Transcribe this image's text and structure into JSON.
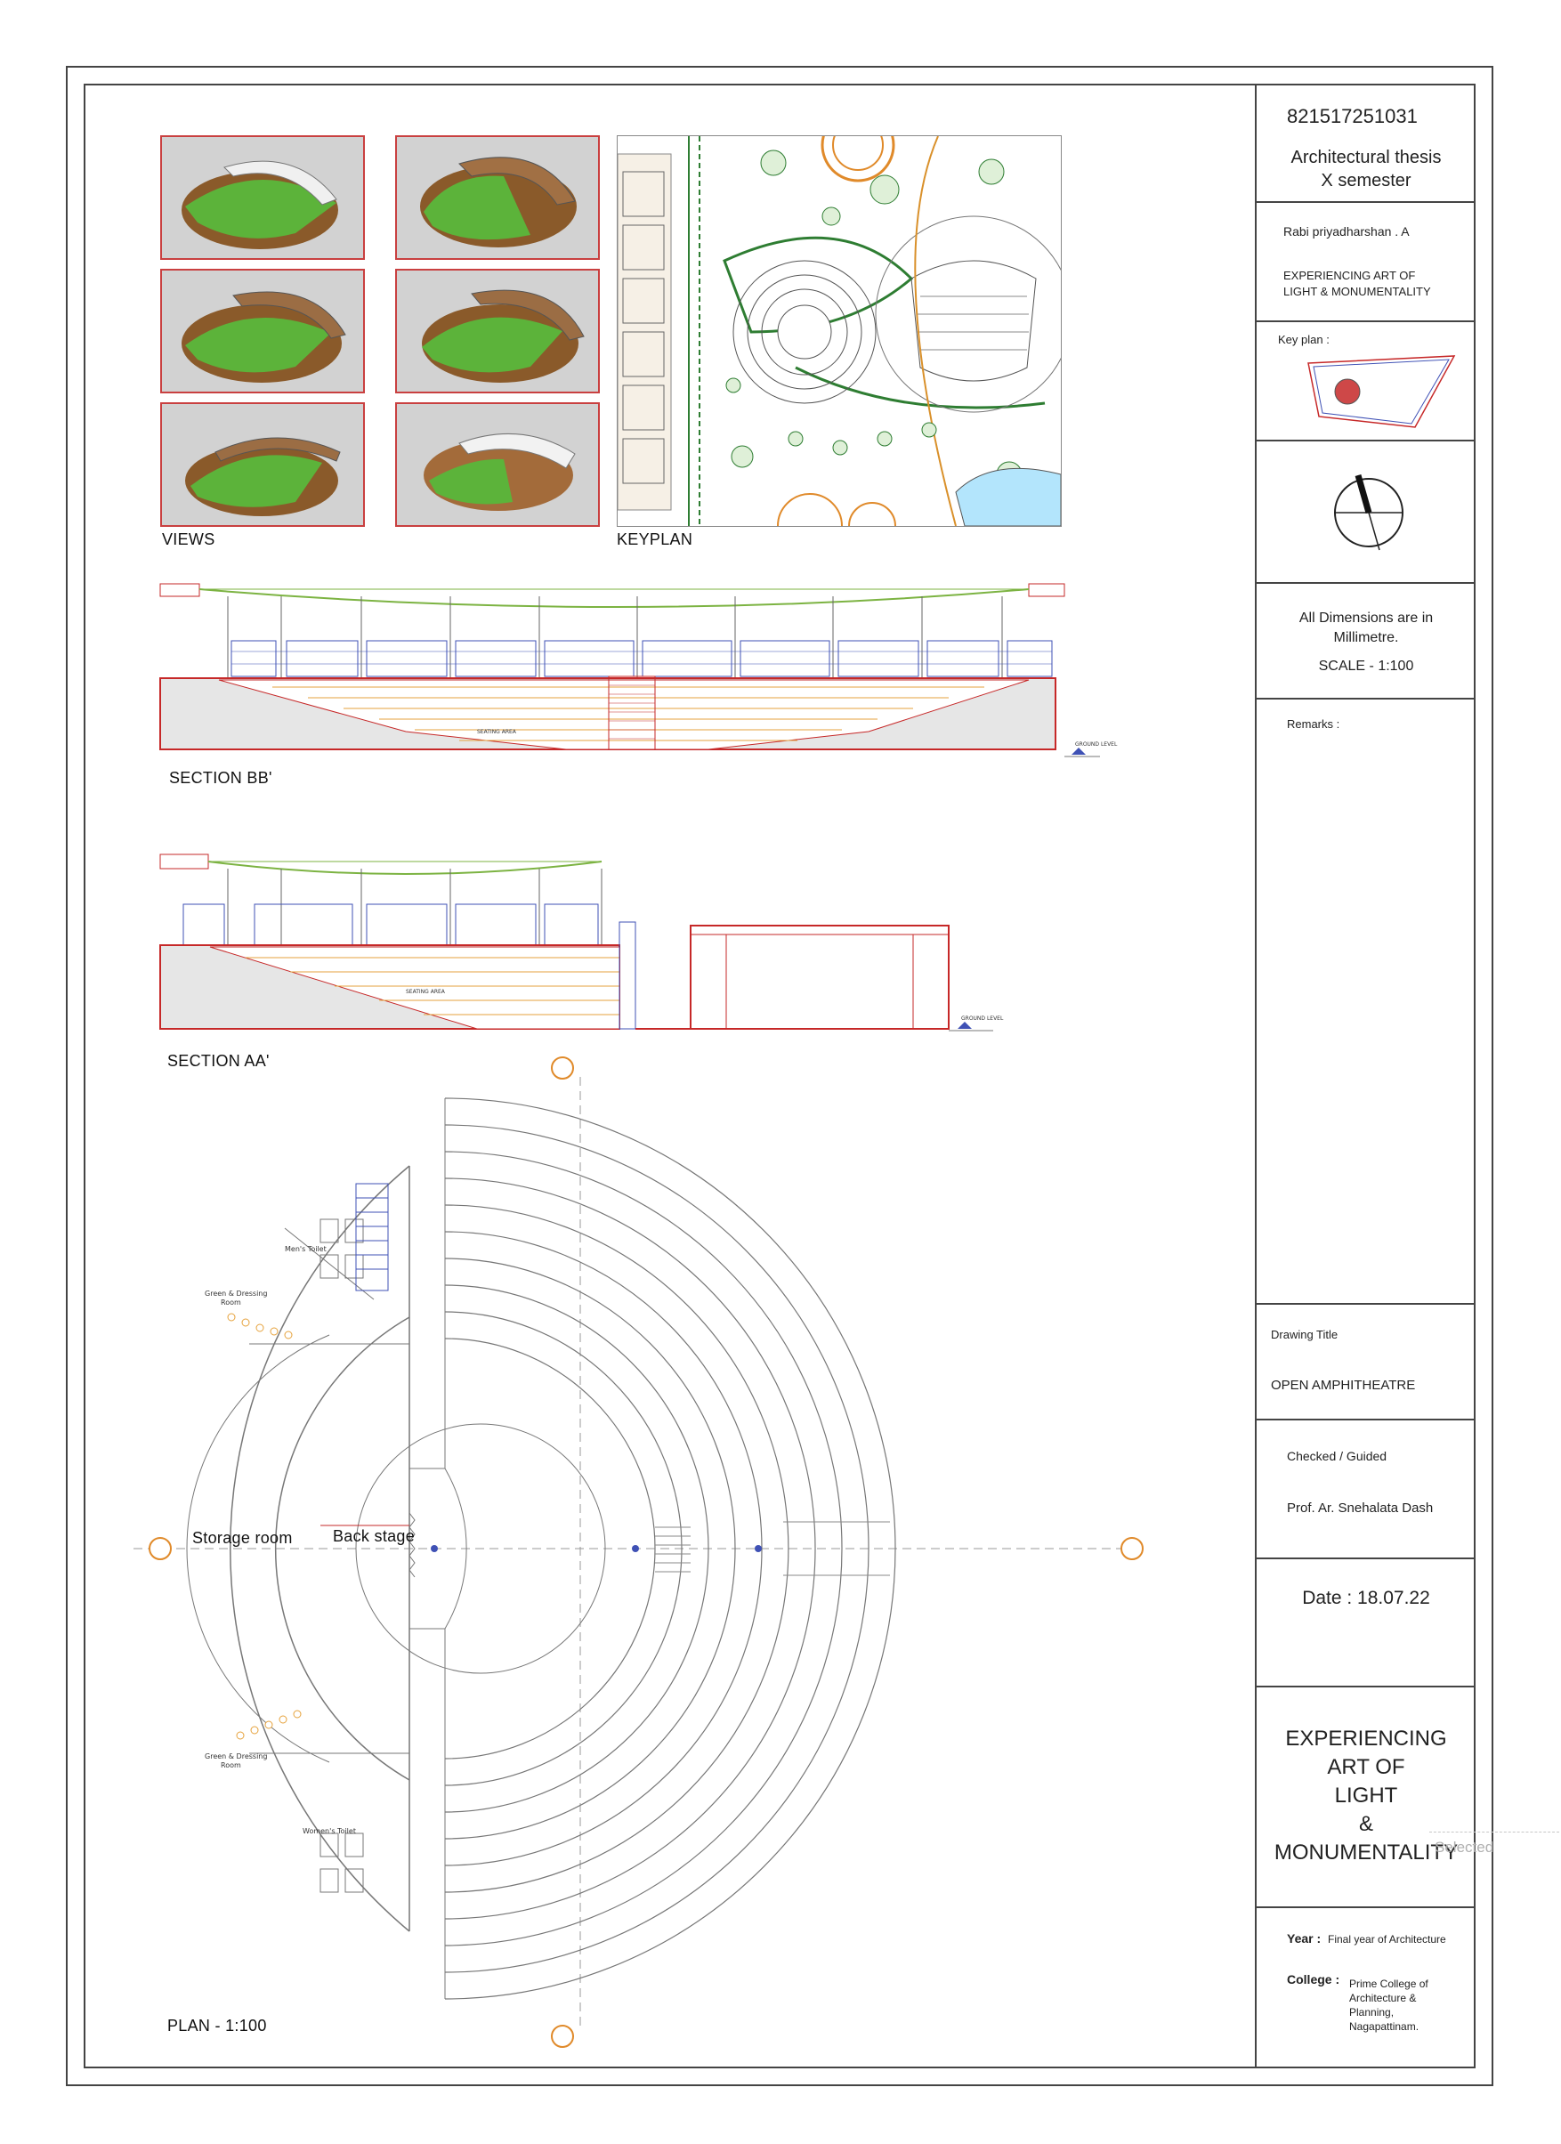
{
  "title_block": {
    "student_id": "821517251031",
    "course_line1": "Architectural thesis",
    "course_line2": "X semester",
    "student_name": "Rabi priyadharshan . A",
    "project_short_line1": "EXPERIENCING ART OF",
    "project_short_line2": "LIGHT & MONUMENTALITY",
    "key_plan_label": "Key plan :",
    "dimensions_line1": "All Dimensions are in",
    "dimensions_line2": "Millimetre.",
    "scale": "SCALE - 1:100",
    "remarks_label": "Remarks :",
    "drawing_title_label": "Drawing Title",
    "drawing_title": "OPEN AMPHITHEATRE",
    "checked_label": "Checked / Guided",
    "guide": "Prof. Ar. Snehalata Dash",
    "date": "Date : 18.07.22",
    "project_line1": "EXPERIENCING",
    "project_line2": "ART OF",
    "project_line3": "LIGHT",
    "project_line4": "&",
    "project_line5": "MONUMENTALITY",
    "year_label": "Year :",
    "year_value": "Final year of Architecture",
    "college_label": "College :",
    "college_line1": "Prime College of",
    "college_line2": "Architecture &",
    "college_line3": "Planning,",
    "college_line4": "Nagapattinam."
  },
  "labels": {
    "views": "VIEWS",
    "keyplan": "KEYPLAN",
    "section_bb": "SECTION BB'",
    "section_aa": "SECTION AA'",
    "plan": "PLAN - 1:100",
    "storage_room": "Storage room",
    "back_stage": "Back stage",
    "mens_toilet": "Men's Toilet",
    "womens_toilet": "Women's Toilet",
    "green_room_top_1": "Green & Dressing",
    "green_room_top_2": "Room",
    "green_room_bottom_1": "Green & Dressing",
    "green_room_bottom_2": "Room",
    "seating_area": "SEATING AREA",
    "ground_level": "GROUND LEVEL"
  },
  "overlay": {
    "selected": "Selected"
  },
  "colors": {
    "frame": "#444444",
    "section_red": "#c62828",
    "section_green": "#7cb342",
    "section_blue": "#3f51b5",
    "step_orange": "#e6a23c",
    "hatch": "#9e9e9e",
    "grass": "#4caf50",
    "plan_line": "#555555",
    "axis_orange": "#e08a2a"
  }
}
